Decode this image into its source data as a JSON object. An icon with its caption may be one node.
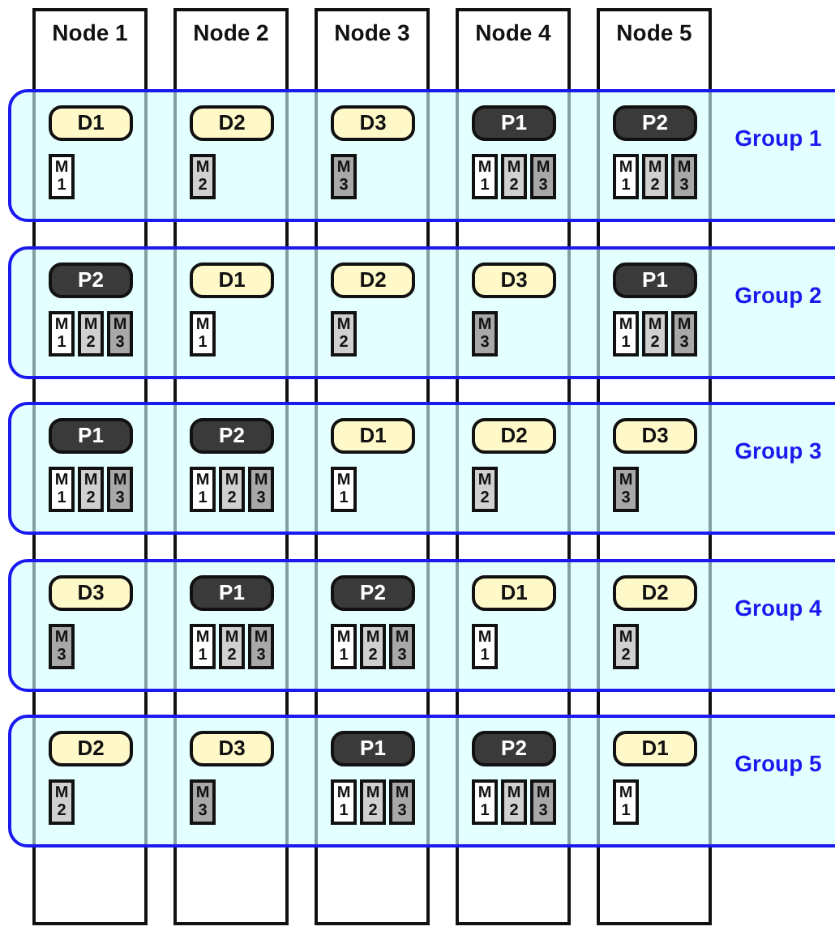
{
  "diagram": {
    "nodes": [
      {
        "text": [
          "Node 1"
        ]
      },
      {
        "text": [
          "Node 2"
        ]
      },
      {
        "text": [
          "Node 3"
        ]
      },
      {
        "text": [
          "Node 4"
        ]
      },
      {
        "text": [
          "Node 5"
        ]
      },
      {
        "text": [
          "Group 1"
        ]
      },
      {
        "text": [
          "D1"
        ]
      },
      {
        "text": [
          "M 1"
        ]
      },
      {
        "text": [
          "D2"
        ]
      },
      {
        "text": [
          "M 2"
        ]
      },
      {
        "text": [
          "D3"
        ]
      },
      {
        "text": [
          "M 3"
        ]
      },
      {
        "text": [
          "P1"
        ]
      },
      {
        "text": [
          "M 1"
        ]
      },
      {
        "text": [
          "M 2"
        ]
      },
      {
        "text": [
          "M 3"
        ]
      },
      {
        "text": [
          "P2"
        ]
      },
      {
        "text": [
          "M 1"
        ]
      },
      {
        "text": [
          "M 2"
        ]
      },
      {
        "text": [
          "M 3"
        ]
      },
      {
        "text": [
          "Group 2"
        ]
      },
      {
        "text": [
          "P2"
        ]
      },
      {
        "text": [
          "M 1"
        ]
      },
      {
        "text": [
          "M 2"
        ]
      },
      {
        "text": [
          "M 3"
        ]
      },
      {
        "text": [
          "D1"
        ]
      },
      {
        "text": [
          "M 1"
        ]
      },
      {
        "text": [
          "D2"
        ]
      },
      {
        "text": [
          "M 2"
        ]
      },
      {
        "text": [
          "D3"
        ]
      },
      {
        "text": [
          "M 3"
        ]
      },
      {
        "text": [
          "P1"
        ]
      },
      {
        "text": [
          "M 1"
        ]
      },
      {
        "text": [
          "M 2"
        ]
      },
      {
        "text": [
          "M 3"
        ]
      },
      {
        "text": [
          "Group 3"
        ]
      },
      {
        "text": [
          "P1"
        ]
      },
      {
        "text": [
          "M 1"
        ]
      },
      {
        "text": [
          "M 2"
        ]
      },
      {
        "text": [
          "M 3"
        ]
      },
      {
        "text": [
          "P2"
        ]
      },
      {
        "text": [
          "M 1"
        ]
      },
      {
        "text": [
          "M 2"
        ]
      },
      {
        "text": [
          "M 3"
        ]
      },
      {
        "text": [
          "D1"
        ]
      },
      {
        "text": [
          "M 1"
        ]
      },
      {
        "text": [
          "D2"
        ]
      },
      {
        "text": [
          "M 2"
        ]
      },
      {
        "text": [
          "D3"
        ]
      },
      {
        "text": [
          "M 3"
        ]
      },
      {
        "text": [
          "Group 4"
        ]
      },
      {
        "text": [
          "D3"
        ]
      },
      {
        "text": [
          "M 3"
        ]
      },
      {
        "text": [
          "P1"
        ]
      },
      {
        "text": [
          "M 1"
        ]
      },
      {
        "text": [
          "M 2"
        ]
      },
      {
        "text": [
          "M 3"
        ]
      },
      {
        "text": [
          "P2"
        ]
      },
      {
        "text": [
          "M 1"
        ]
      },
      {
        "text": [
          "M 2"
        ]
      },
      {
        "text": [
          "M 3"
        ]
      },
      {
        "text": [
          "D1"
        ]
      },
      {
        "text": [
          "M 1"
        ]
      },
      {
        "text": [
          "D2"
        ]
      },
      {
        "text": [
          "M 2"
        ]
      },
      {
        "text": [
          "Group 5"
        ]
      },
      {
        "text": [
          "D2"
        ]
      },
      {
        "text": [
          "M 2"
        ]
      },
      {
        "text": [
          "D3"
        ]
      },
      {
        "text": [
          "M 3"
        ]
      },
      {
        "text": [
          "P1"
        ]
      },
      {
        "text": [
          "M 1"
        ]
      },
      {
        "text": [
          "M 2"
        ]
      },
      {
        "text": [
          "M 3"
        ]
      },
      {
        "text": [
          "P2"
        ]
      },
      {
        "text": [
          "M 1"
        ]
      },
      {
        "text": [
          "M 2"
        ]
      },
      {
        "text": [
          "M 3"
        ]
      },
      {
        "text": [
          "D1"
        ]
      },
      {
        "text": [
          "M 1"
        ]
      }
    ],
    "edges": []
  }
}
